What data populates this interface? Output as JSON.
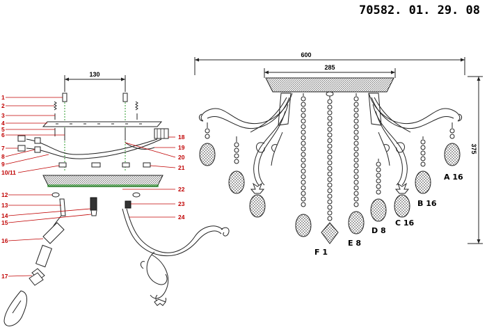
{
  "model_number": "70582. 01. 29. 08",
  "exploded_view": {
    "dimension_mount_spacing": "130",
    "part_callouts": [
      {
        "id": "1"
      },
      {
        "id": "2"
      },
      {
        "id": "3"
      },
      {
        "id": "4"
      },
      {
        "id": "5"
      },
      {
        "id": "6"
      },
      {
        "id": "7"
      },
      {
        "id": "8"
      },
      {
        "id": "9"
      },
      {
        "id": "10/11"
      },
      {
        "id": "12"
      },
      {
        "id": "13"
      },
      {
        "id": "14"
      },
      {
        "id": "15"
      },
      {
        "id": "16"
      },
      {
        "id": "17"
      },
      {
        "id": "18"
      },
      {
        "id": "19"
      },
      {
        "id": "20"
      },
      {
        "id": "21"
      },
      {
        "id": "22"
      },
      {
        "id": "23"
      },
      {
        "id": "24"
      }
    ]
  },
  "assembled_view": {
    "dimension_width": "600",
    "dimension_canopy_width": "285",
    "dimension_height": "375",
    "crystal_labels": [
      {
        "label": "A 16"
      },
      {
        "label": "B 16"
      },
      {
        "label": "C 16"
      },
      {
        "label": "D 8"
      },
      {
        "label": "E 8"
      },
      {
        "label": "F 1"
      }
    ]
  }
}
